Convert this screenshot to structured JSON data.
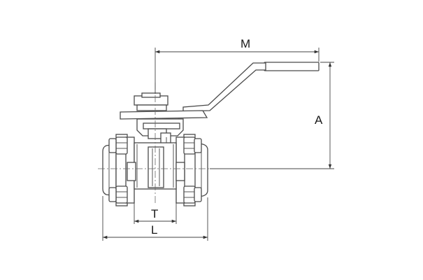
{
  "diagram": {
    "dimensions": {
      "M": "M",
      "A": "A",
      "T": "T",
      "L": "L"
    }
  }
}
